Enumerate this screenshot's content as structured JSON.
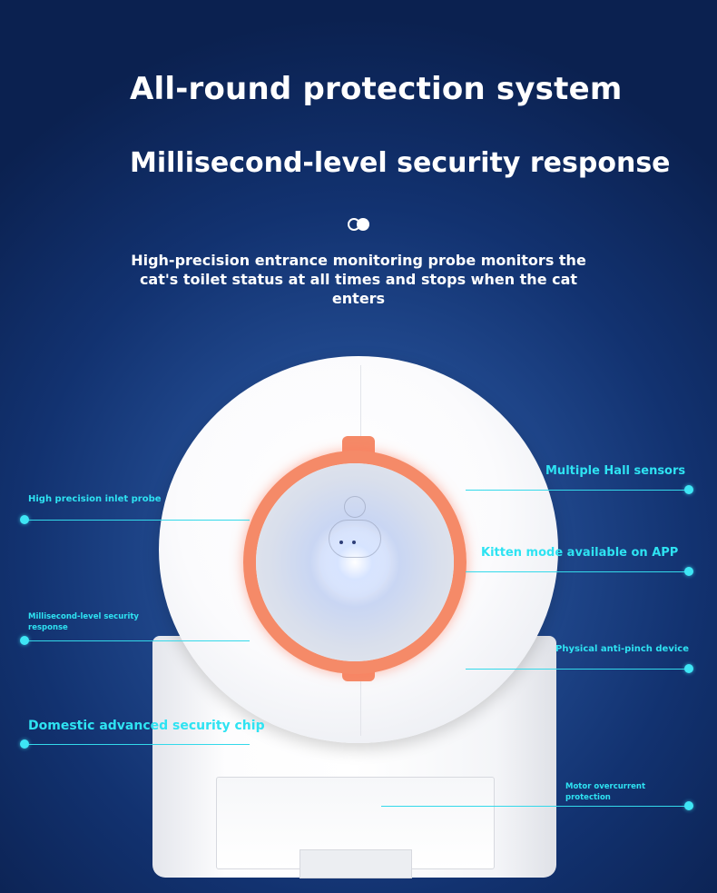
{
  "header": {
    "title": "All-round protection system",
    "subtitle": "Millisecond-level security response",
    "description": "High-precision entrance monitoring probe monitors the cat's toilet status at all times and stops when the cat enters"
  },
  "callouts": {
    "left": [
      "High precision inlet probe",
      "Millisecond-level security response",
      "Domestic advanced security chip"
    ],
    "right": [
      "Multiple Hall sensors",
      "Kitten mode available on APP",
      "Physical anti-pinch device",
      "Motor overcurrent protection"
    ]
  },
  "colors": {
    "background": "#123270",
    "accent": "#2ee3f2",
    "ring": "#f58a68",
    "text": "#ffffff"
  },
  "icons": {
    "pagination": "pagination-dots-icon"
  }
}
